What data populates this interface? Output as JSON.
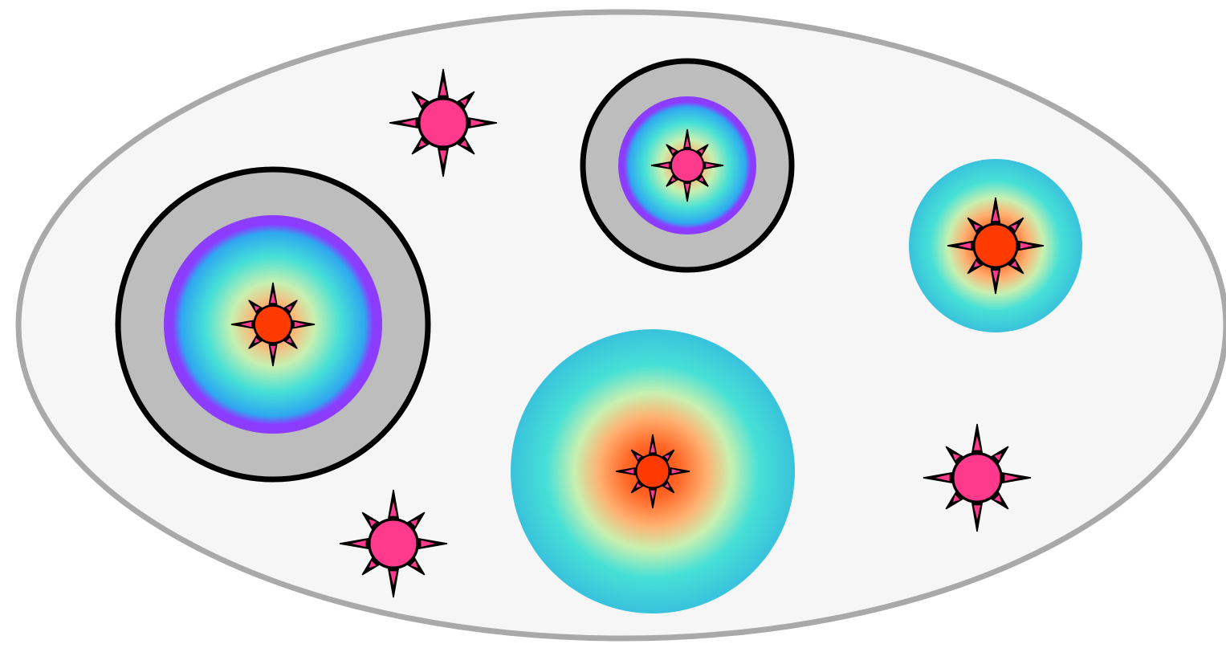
{
  "colors": {
    "background": "#ffffff",
    "container_fill": "#f6f6f6",
    "container_stroke": "#a9a9a9",
    "ring_fill": "#bdbdbd",
    "ring_stroke": "#000000",
    "halo_edge": "#8c3cff",
    "halo_mid_blue": "#2fa8f0",
    "halo_mid_teal": "#46e0d6",
    "halo_cyan": "#39c2dc",
    "halo_pale": "#c8f0b0",
    "halo_warm": "#ffb070",
    "halo_orange": "#ff6a2a",
    "core_red": "#ff3a00",
    "core_pink": "#ff3a8c",
    "spike_stroke": "#000000",
    "spike_inner": "#ff3a8c"
  },
  "diagram": {
    "container": {
      "shape": "ellipse",
      "name": "outer-ellipse"
    },
    "nodes": [
      {
        "id": "node-left-ringed",
        "kind": "ringed-halo",
        "core": "red"
      },
      {
        "id": "node-top-ringed",
        "kind": "ringed-halo",
        "core": "pink"
      },
      {
        "id": "node-right-halo",
        "kind": "halo",
        "core": "red"
      },
      {
        "id": "node-center-halo",
        "kind": "halo",
        "core": "red"
      },
      {
        "id": "node-star-top",
        "kind": "star",
        "core": "pink"
      },
      {
        "id": "node-star-bottom-left",
        "kind": "star",
        "core": "pink"
      },
      {
        "id": "node-star-bottom-right",
        "kind": "star",
        "core": "pink"
      }
    ]
  }
}
